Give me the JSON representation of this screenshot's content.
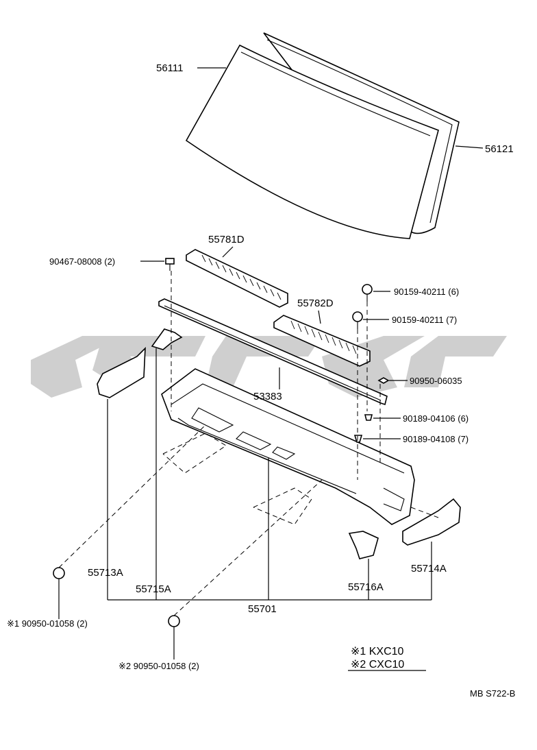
{
  "labels": {
    "p56111": "56111",
    "p56121": "56121",
    "p55781D": "55781D",
    "p90467": "90467-08008 (2)",
    "p90159_6": "90159-40211 (6)",
    "p55782D": "55782D",
    "p90159_7": "90159-40211 (7)",
    "p90950_06035": "90950-06035",
    "p53383": "53383",
    "p90189_6": "90189-04106 (6)",
    "p90189_7": "90189-04108 (7)",
    "p55713A": "55713A",
    "p55714A": "55714A",
    "p55715A": "55715A",
    "p55716A": "55716A",
    "p55701": "55701",
    "p90950_a": "※1  90950-01058 (2)",
    "p90950_b": "※2  90950-01058 (2)"
  },
  "legend": {
    "row1": "※1  KXC10",
    "row2": "※2  CXC10"
  },
  "diagram_code": "MB S722-B",
  "watermark_color": "#cfcfcf"
}
